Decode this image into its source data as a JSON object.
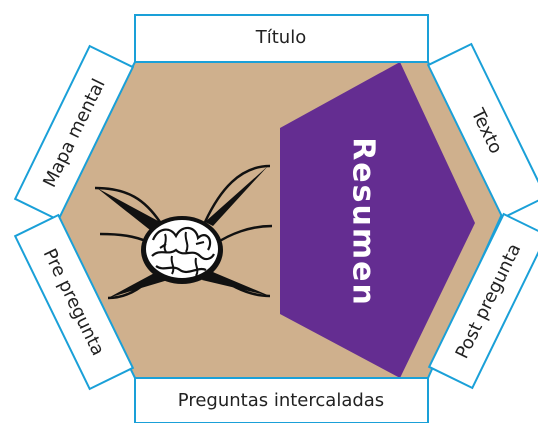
{
  "diagram": {
    "labels": {
      "titulo": "Título",
      "texto": "Texto",
      "post_pregunta": "Post pregunta",
      "preguntas_intercaladas": "Preguntas intercaladas",
      "pre_pregunta": "Pre pregunta",
      "mapa_mental": "Mapa mental",
      "resumen": "Resumen"
    },
    "colors": {
      "hexagon_fill": "#cfb08d",
      "hexagon_stroke": "#1aa0d8",
      "label_box_fill": "#ffffff",
      "label_box_stroke": "#1aa0d8",
      "resumen_fill": "#642d91",
      "resumen_text": "#ffffff",
      "brain_ink": "#111111"
    },
    "icons": {
      "brain": "brain-icon"
    }
  }
}
